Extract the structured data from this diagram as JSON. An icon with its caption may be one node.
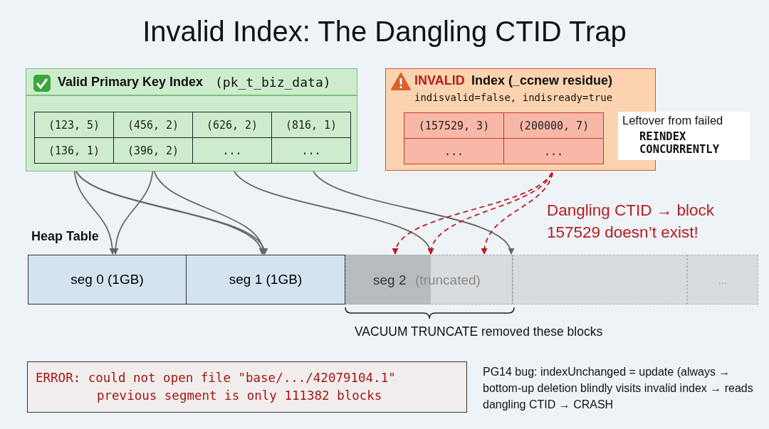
{
  "diagram": {
    "title": "Invalid Index: The Dangling CTID Trap",
    "nodes": [
      {
        "text": [
          "Valid Primary Key Index",
          "(pk_t_biz_data)"
        ]
      },
      {
        "text": [
          "(123, 5)"
        ],
        "in": 0
      },
      {
        "text": [
          "(456, 2)"
        ],
        "in": 0
      },
      {
        "text": [
          "(626, 2)"
        ],
        "in": 0
      },
      {
        "text": [
          "(816, 1)"
        ],
        "in": 0
      },
      {
        "text": [
          "(136, 1)"
        ],
        "in": 0
      },
      {
        "text": [
          "(396, 2)"
        ],
        "in": 0
      },
      {
        "text": [
          "..."
        ],
        "in": 0
      },
      {
        "text": [
          "..."
        ],
        "in": 0
      },
      {
        "text": [
          "INVALID",
          "Index (_ccnew  residue)",
          "indisvalid=false, indisready=true"
        ]
      },
      {
        "text": [
          "(157529, 3)"
        ],
        "in": 9
      },
      {
        "text": [
          "(200000, 7)"
        ],
        "in": 9
      },
      {
        "text": [
          "..."
        ],
        "in": 9
      },
      {
        "text": [
          "..."
        ],
        "in": 9
      },
      {
        "text": [
          "seg 0 (1GB)"
        ]
      },
      {
        "text": [
          "seg 1 (1GB)"
        ]
      },
      {
        "text": [
          "seg 2",
          "(truncated)"
        ]
      },
      {
        "text": [],
        "shape": "box"
      },
      {
        "text": [
          "..."
        ]
      },
      {
        "text": [
          "ERROR: could not open file \"base/.../42079104.1\"",
          "previous segment is only 111382 blocks"
        ]
      }
    ],
    "edges": [
      {
        "from": 5,
        "to": 14,
        "arrow": "to"
      },
      {
        "from": 5,
        "to": 15,
        "arrow": "to"
      },
      {
        "from": 5,
        "to": 15,
        "arrow": "to"
      },
      {
        "from": 6,
        "to": 14,
        "arrow": "to"
      },
      {
        "from": 6,
        "to": 15,
        "arrow": "to"
      },
      {
        "from": 7,
        "to": 16,
        "arrow": "to"
      },
      {
        "from": 8,
        "to": 16,
        "arrow": "to"
      },
      {
        "from": 13,
        "to": 16,
        "arrow": "to",
        "style": "dashed",
        "color": "#c0191c"
      },
      {
        "from": 13,
        "to": 16,
        "arrow": "to",
        "style": "dashed",
        "color": "#c0191c"
      },
      {
        "from": 13,
        "to": 16,
        "arrow": "to",
        "style": "dashed",
        "color": "#c0191c"
      }
    ],
    "labels": [
      "Leftover from failed",
      "REINDEX CONCURRENTLY",
      "Dangling CTID → block 157529 doesn’t exist!",
      "Heap Table",
      "VACUUM TRUNCATE removed these blocks",
      "PG14 bug: indexUnchanged = update (always → bottom-up deletion blindly visits invalid index → reads dangling CTID → CRASH"
    ]
  }
}
